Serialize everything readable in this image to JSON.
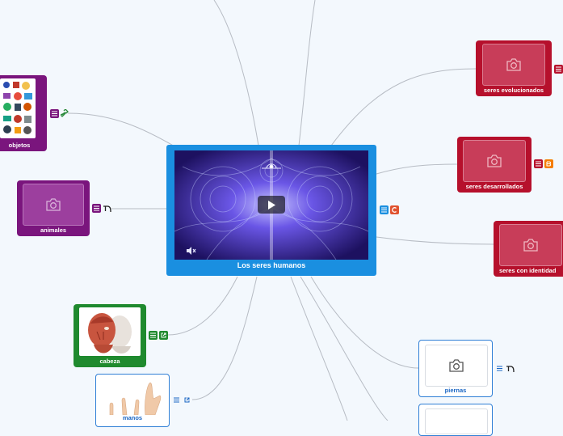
{
  "central": {
    "title": "Los seres humanos"
  },
  "nodes": {
    "objetos": "objetos",
    "animales": "animales",
    "seres_evolucionados": "seres evolucionados",
    "seres_desarrollados": "seres desarrollados",
    "seres_identidad": "seres con identidad",
    "cabeza": "cabeza",
    "manos": "manos",
    "piernas": "piernas"
  },
  "colors": {
    "background": "#f3f8fd",
    "central": "#1a8fe0",
    "purple": "#7a157d",
    "red": "#b6102c",
    "green": "#1f8a2e",
    "white_border": "#2f7fd6",
    "connector": "#b7bcc4"
  },
  "icons": [
    "camera-icon",
    "play-icon",
    "volume-icon",
    "note-icon",
    "topic-link-icon",
    "external-link-icon",
    "blogger-icon",
    "link-icon",
    "c-badge-icon"
  ]
}
